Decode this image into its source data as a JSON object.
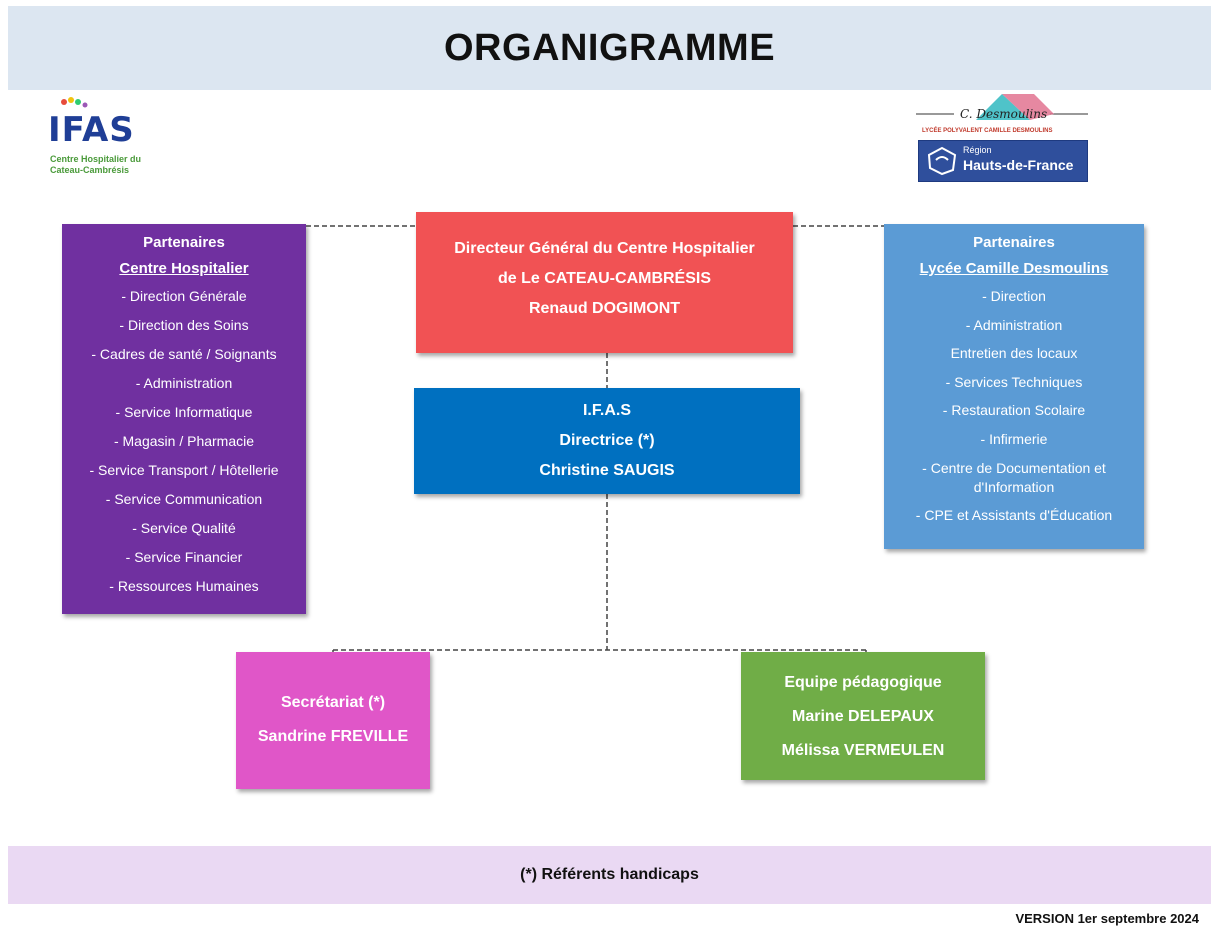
{
  "header": {
    "title": "ORGANIGRAMME"
  },
  "logo_ifas": {
    "text": "IFAS",
    "sub1": "Centre Hospitalier du",
    "sub2": "Cateau-Cambrésis"
  },
  "logo_lycee": {
    "signature": "C. Desmoulins",
    "subtitle": "LYCÉE POLYVALENT CAMILLE DESMOULINS",
    "region_small": "Région",
    "region_big": "Hauts-de-France"
  },
  "partners_left": {
    "title": "Partenaires",
    "subtitle": "Centre Hospitalier",
    "items": [
      "- Direction Générale",
      "- Direction des Soins",
      "- Cadres de santé / Soignants",
      "- Administration",
      "- Service Informatique",
      "- Magasin / Pharmacie",
      "- Service Transport / Hôtellerie",
      "- Service Communication",
      "- Service Qualité",
      "- Service Financier",
      "- Ressources Humaines"
    ]
  },
  "partners_right": {
    "title": "Partenaires",
    "subtitle": "Lycée Camille Desmoulins",
    "items": [
      "- Direction",
      "- Administration",
      "Entretien des locaux",
      "- Services Techniques",
      "- Restauration Scolaire",
      "- Infirmerie",
      "- Centre de Documentation et d'Information",
      "- CPE et Assistants d'Éducation"
    ]
  },
  "director": {
    "line1": "Directeur Général du Centre Hospitalier",
    "line2": "de Le CATEAU-CAMBRÉSIS",
    "line3": "Renaud DOGIMONT"
  },
  "ifas": {
    "line1": "I.F.A.S",
    "line2": "Directrice (*)",
    "line3": "Christine SAUGIS"
  },
  "secretariat": {
    "line1": "Secrétariat (*)",
    "line2": "Sandrine FREVILLE"
  },
  "team": {
    "line1": "Equipe pédagogique",
    "line2": "Marine DELEPAUX",
    "line3": "Mélissa VERMEULEN"
  },
  "footer": {
    "note": "(*) Référents handicaps",
    "version": "VERSION 1er septembre 2024"
  },
  "colors": {
    "header_bg": "#dce6f1",
    "left_partner": "#7030a0",
    "right_partner": "#5b9bd5",
    "director": "#f15254",
    "ifas": "#0070c0",
    "secretariat": "#e056c8",
    "team": "#70ad47",
    "footer_bg": "#ead9f3"
  }
}
